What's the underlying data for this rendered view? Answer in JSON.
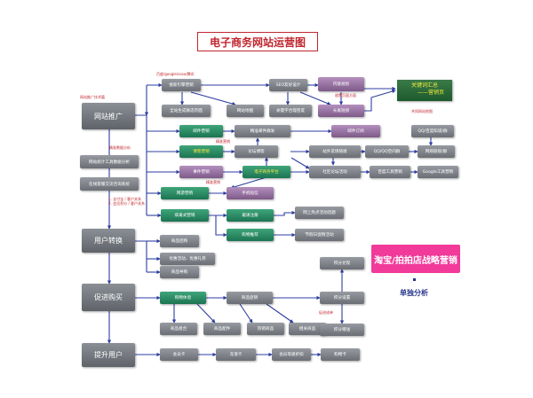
{
  "title": "电子商务网站运营图",
  "main_nodes": {
    "promo": "网站推广",
    "conversion": "用户转换",
    "purchase": "促进购买",
    "upgrade": "提升用户"
  },
  "labels": {
    "tech_dept": "网站推广技术篇",
    "search_engines": "百度/google/soso/腾讯",
    "data_analysis": "精准数据分析",
    "precise_marketing": "精准营销",
    "precise_marketing2": "精准营销",
    "fansi": "放置页面方面",
    "alliance": "1. 支付宝 / 客户关系",
    "alliance2": "2. 会员积分 / 客户关系",
    "topic_news": "主题新闻",
    "shared_map": "共同网站地图",
    "keyword_summary": "关键词汇总",
    "keyword_summary_sub": "——营销页",
    "taobao": "淘宝/拍拍店战略营销",
    "single": "单独分析",
    "promo_flow": "促进成单"
  },
  "boxes": {
    "site_stats": "网站统计工具数据分析",
    "online_service": "在线客服交流咨询系统",
    "seo": "搜索引擎营销",
    "seo_design": "SEO友好设计",
    "content_plan": "内链规划",
    "static_pages": "全站生成静态页面",
    "site_map": "网站地图",
    "keyword_density": "关键字合理密度",
    "external_links": "长尾链接",
    "email": "邮件营销",
    "precise_mail": "精准邮件群发",
    "mail_subscribe": "邮件订阅",
    "qq_group": "QQ/百度知道/群",
    "blog": "博客营销",
    "forum_blog": "论坛博客",
    "friend_links": "站外友情链接",
    "qq_groups": "QQ/QQ空间群",
    "network_link": "网络链接/群",
    "event": "事件营销",
    "ec_platform": "电子商务平台",
    "social": "社区论坛活动",
    "baidu_tools": "百度工具营销",
    "google_tools": "Google工具营销",
    "viral": "网游营销",
    "mobile": "手机短信",
    "guerrilla": "病毒式营销",
    "register": "邀请注册",
    "shopping_share": "购物推荐",
    "hot_topics": "网上热点活动话题",
    "holiday_promo": "节假日促销活动",
    "product_group": "商品团购",
    "coupon": "优惠活动、优惠礼券",
    "product_trial": "商品导购",
    "points_exchange": "积分兑现",
    "points_settle": "积分设置",
    "shopping_flow": "购物体验",
    "product_promo": "商品促销",
    "product_combo": "商品组合",
    "product_parts": "商品配件",
    "hot_products": "热销商品",
    "related_products": "相关商品",
    "points_gift": "积分赠送",
    "member_card": "会员卡",
    "recharge_card": "充值卡",
    "member_level": "会员等级折扣",
    "shopping_card": "购物卡"
  },
  "colors": {
    "main_box": "#7a7e84",
    "green_box": "#2a8a62",
    "purple_box": "#9a74a6",
    "arrow": "#2d3ea0",
    "title_red": "#c0262e",
    "taobao_pink": "#f23a9a",
    "highlight_text": "#f4ec3d"
  }
}
